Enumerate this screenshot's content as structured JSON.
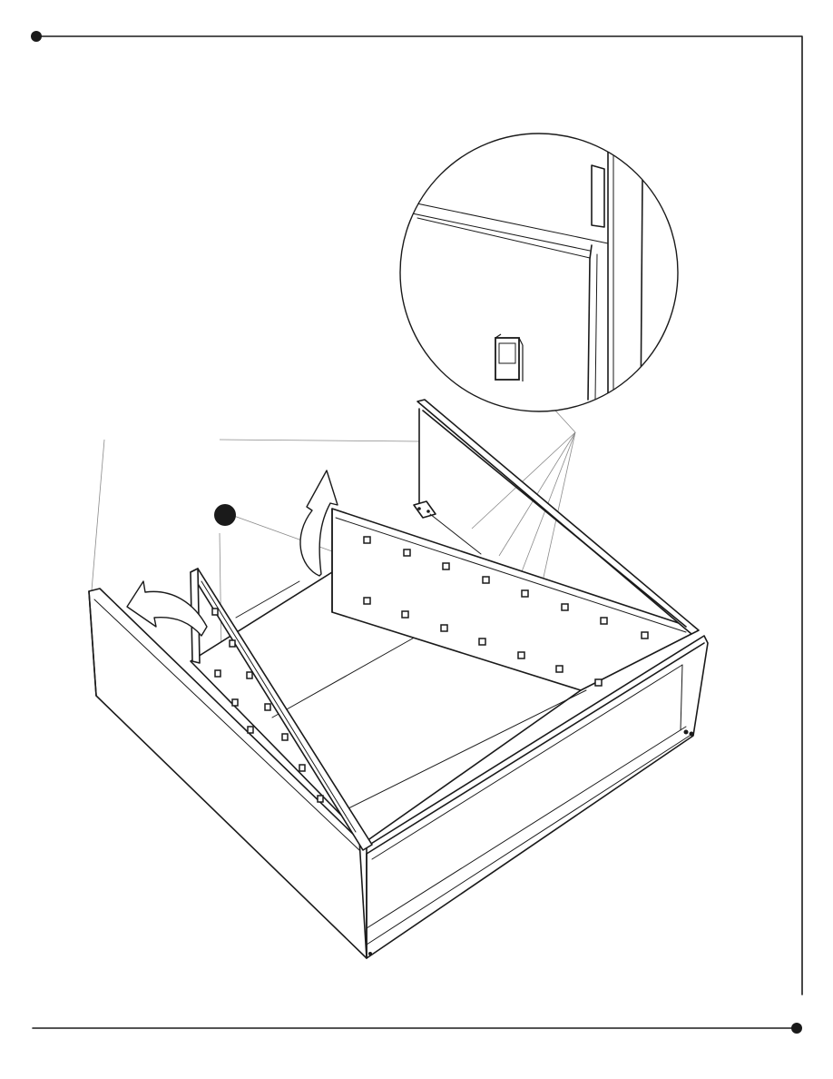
{
  "page": {
    "background": "#ffffff",
    "line_color": "#1a1a1a",
    "leader_color": "#8a8a8a"
  },
  "frame": {
    "top_left_marker": "filled-dot",
    "bottom_right_marker": "filled-dot"
  },
  "diagram": {
    "subject": "drawer-box-assembly",
    "callout_marker": "filled-dot",
    "detail_view": "circular-magnified-inset",
    "arrows": [
      "rotate-up-arrow",
      "rotate-up-arrow"
    ]
  }
}
